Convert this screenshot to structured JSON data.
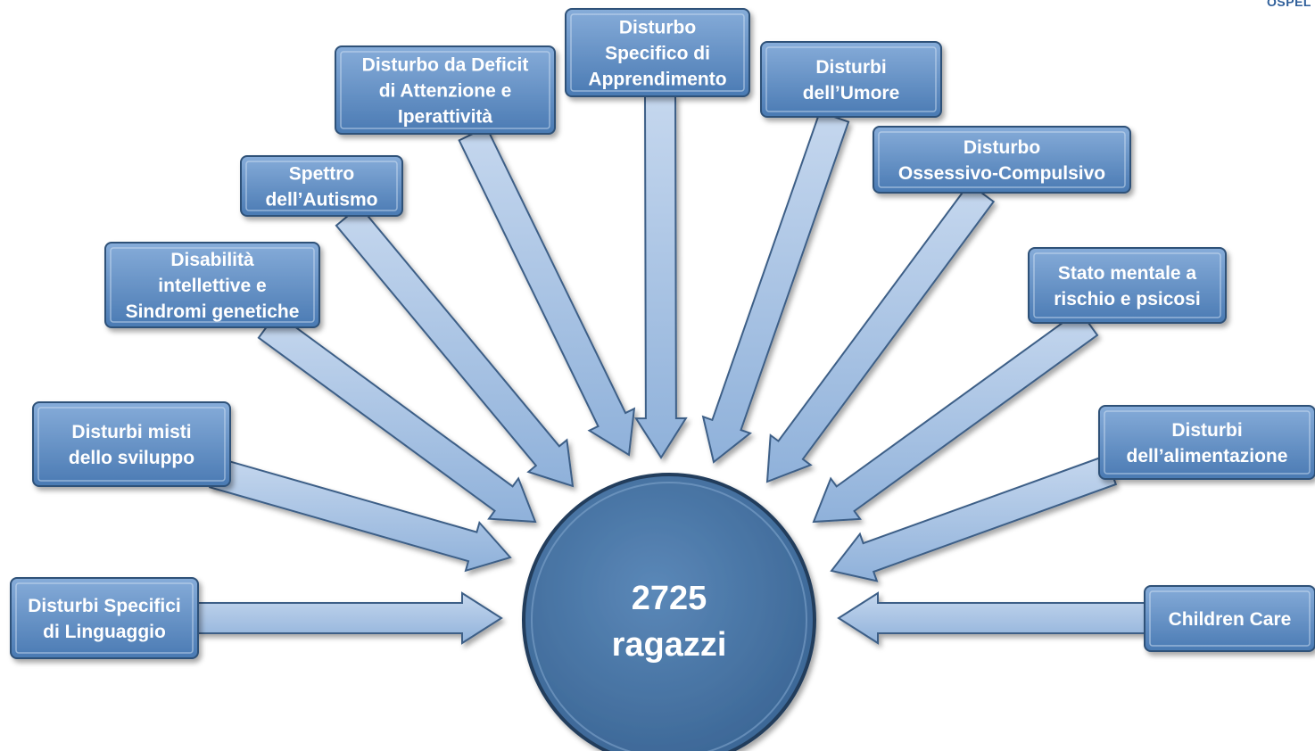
{
  "corner_logo_text": "OSPEL",
  "center": {
    "line1": "2725",
    "line2": "ragazzi"
  },
  "categories": [
    {
      "key": "linguaggio",
      "lines": [
        "Disturbi Specifici",
        "di Linguaggio"
      ]
    },
    {
      "key": "sviluppo",
      "lines": [
        "Disturbi misti",
        "dello sviluppo"
      ]
    },
    {
      "key": "disabilita",
      "lines": [
        "Disabilità",
        "intellettive e",
        "Sindromi genetiche"
      ]
    },
    {
      "key": "autismo",
      "lines": [
        "Spettro",
        "dell’Autismo"
      ]
    },
    {
      "key": "adhd",
      "lines": [
        "Disturbo da Deficit",
        "di Attenzione e",
        "Iperattività"
      ]
    },
    {
      "key": "apprendimento",
      "lines": [
        "Disturbo",
        "Specifico di",
        "Apprendimento"
      ]
    },
    {
      "key": "umore",
      "lines": [
        "Disturbi",
        "dell’Umore"
      ]
    },
    {
      "key": "doc",
      "lines": [
        "Disturbo",
        "Ossessivo-Compulsivo"
      ]
    },
    {
      "key": "psicosi",
      "lines": [
        "Stato mentale a",
        "rischio e psicosi"
      ]
    },
    {
      "key": "alimentazione",
      "lines": [
        "Disturbi",
        "dell’alimentazione"
      ]
    },
    {
      "key": "children-care",
      "lines": [
        "Children Care"
      ]
    }
  ],
  "colors": {
    "box_fill_top": "#7da6d6",
    "box_fill_bottom": "#4a7ab3",
    "box_border": "#2f5178",
    "arrow_fill": "#a9c3e3",
    "arrow_border": "#3d5f87",
    "circle_fill": "#43709f",
    "circle_border": "#243f5f"
  }
}
